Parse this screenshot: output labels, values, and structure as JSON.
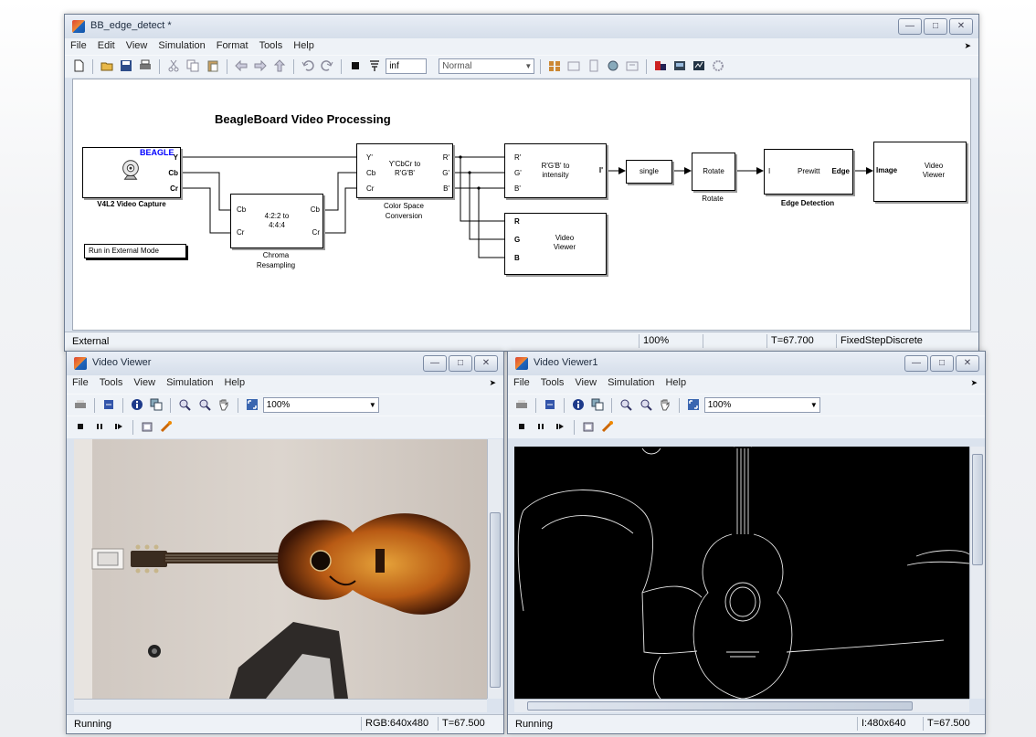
{
  "model_window": {
    "title": "BB_edge_detect *",
    "menu": [
      "File",
      "Edit",
      "View",
      "Simulation",
      "Format",
      "Tools",
      "Help"
    ],
    "stop_time": "inf",
    "sim_mode": "Normal",
    "diagram_title": "BeagleBoard Video Processing",
    "blocks": {
      "v4l2": {
        "name": "V4L2 Video Capture",
        "badge": "BEAGLE",
        "ports": [
          "Y",
          "Cb",
          "Cr"
        ]
      },
      "chroma": {
        "name1": "Chroma",
        "name2": "Resampling",
        "text1": "4:2:2 to",
        "text2": "4:4:4",
        "in": [
          "Cb",
          "Cr"
        ],
        "out": [
          "Cb",
          "Cr"
        ]
      },
      "csc": {
        "name1": "Color Space",
        "name2": "Conversion",
        "text1": "Y'CbCr to",
        "text2": "R'G'B'",
        "in": [
          "Y'",
          "Cb",
          "Cr"
        ],
        "out": [
          "R'",
          "G'",
          "B'"
        ]
      },
      "intensity": {
        "text1": "R'G'B' to",
        "text2": "intensity",
        "in": [
          "R'",
          "G'",
          "B'"
        ],
        "out": "I'"
      },
      "single": {
        "text": "single"
      },
      "rotate": {
        "text": "Rotate",
        "name": "Rotate"
      },
      "edge": {
        "name": "Edge Detection",
        "in": "I",
        "text": "Prewitt",
        "out": "Edge"
      },
      "viewer_main": {
        "in": "Image",
        "text1": "Video",
        "text2": "Viewer"
      },
      "viewer_rgb": {
        "in": [
          "R",
          "G",
          "B"
        ],
        "text1": "Video",
        "text2": "Viewer"
      },
      "ext_button": "Run in External Mode"
    },
    "status": {
      "left": "External",
      "zoom": "100%",
      "time": "T=67.700",
      "solver": "FixedStepDiscrete"
    }
  },
  "viewer1": {
    "title": "Video Viewer",
    "menu": [
      "File",
      "Tools",
      "View",
      "Simulation",
      "Help"
    ],
    "zoom": "100%",
    "status": {
      "left": "Running",
      "dims": "RGB:640x480",
      "time": "T=67.500"
    }
  },
  "viewer2": {
    "title": "Video Viewer1",
    "menu": [
      "File",
      "Tools",
      "View",
      "Simulation",
      "Help"
    ],
    "zoom": "100%",
    "status": {
      "left": "Running",
      "dims": "I:480x640",
      "time": "T=67.500"
    }
  },
  "colors": {
    "accent": "#1f3a8a",
    "badge": "#0000ff"
  }
}
